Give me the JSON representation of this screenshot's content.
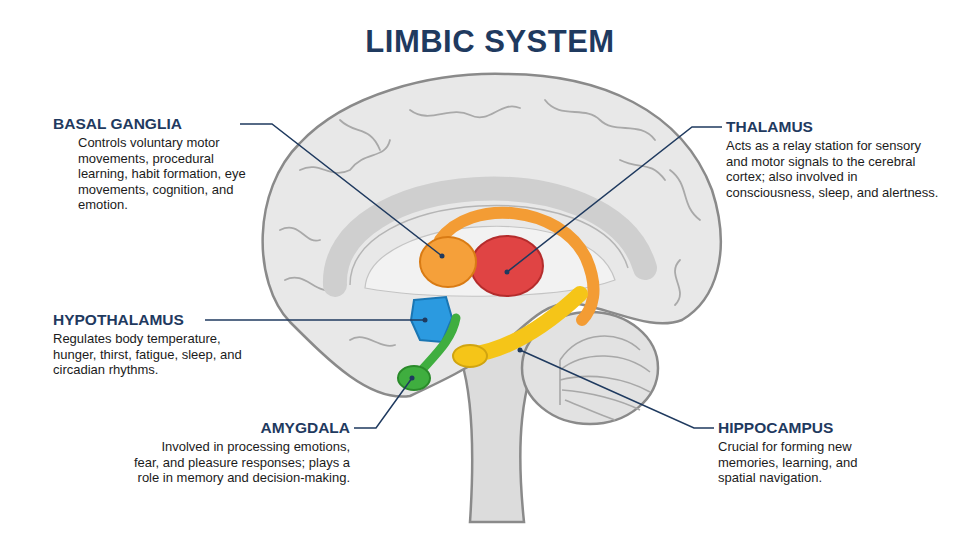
{
  "diagram": {
    "title": "LIMBIC SYSTEM",
    "labels": [
      "BASAL GANGLIA",
      "Controls voluntary motor movements, procedural learning, habit formation, eye movements, cognition, and emotion.",
      "THALAMUS",
      "Acts as a relay station for sensory and motor signals to the cerebral cortex; also involved in consciousness, sleep, and alertness.",
      "HYPOTHALAMUS",
      "Regulates body temperature, hunger, thirst, fatigue, sleep, and circadian rhythms.",
      "AMYGDALA",
      "Involved in processing emotions, fear, and pleasure responses; plays a role in memory and decision-making.",
      "HIPPOCAMPUS",
      "Crucial for forming new memories, learning, and spatial navigation."
    ]
  }
}
